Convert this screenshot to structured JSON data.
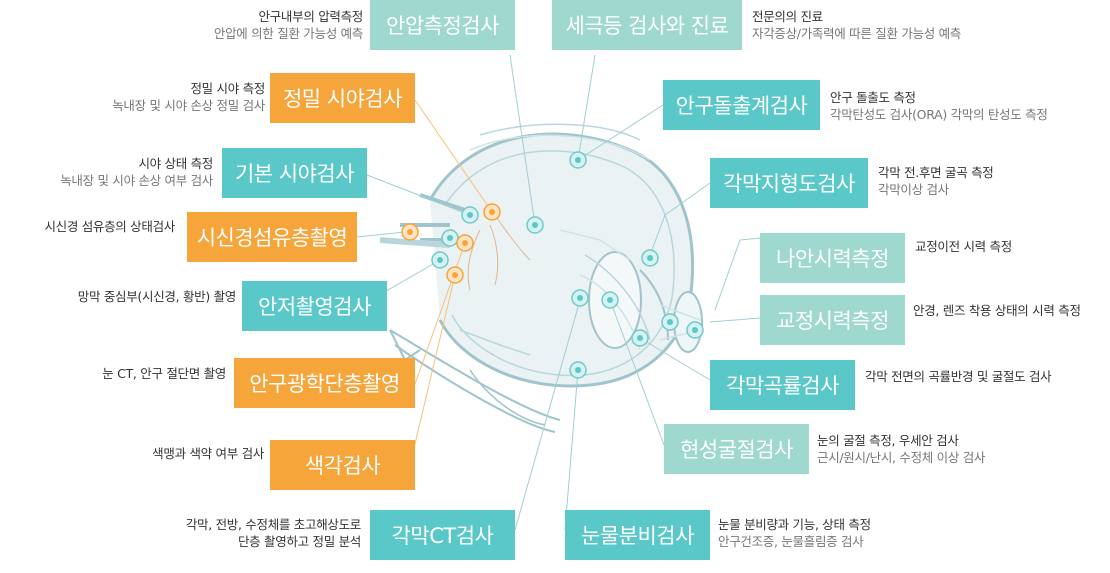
{
  "colors": {
    "orange": "#f6a53a",
    "teal": "#5ac8c8",
    "pale_teal": "#9ed8cf",
    "line": "#9fcfd4",
    "eye_fill": "#eaf2f4"
  },
  "tests": {
    "iop": {
      "label": "안압측정검사",
      "desc1": "안구내부의 압력측정",
      "desc2": "안압에 의한 질환 가능성 예측"
    },
    "slitlamp": {
      "label": "세극등 검사와 진료",
      "desc1": "전문의의 진료",
      "desc2": "자각증상/가족력에 따른 질환 가능성 예측"
    },
    "precise_vf": {
      "label": "정밀 시야검사",
      "desc1": "정밀 시야 측정",
      "desc2": "녹내장 및 시야 손상 정밀 검사"
    },
    "exophthalmometry": {
      "label": "안구돌출계검사",
      "desc1": "안구 돌출도 측정",
      "desc2": "각막탄성도 검사(ORA) 각막의 탄성도 측정"
    },
    "basic_vf": {
      "label": "기본 시야검사",
      "desc1": "시야 상태 측정",
      "desc2": "녹내장 및 시야 손상 여부 검사"
    },
    "topography": {
      "label": "각막지형도검사",
      "desc1": "각막 전.후면 굴곡 측정",
      "desc2": "각막이상 검사"
    },
    "rnfl": {
      "label": "시신경섬유층촬영",
      "desc1": "시신경 섬유층의 상태검사"
    },
    "naked_va": {
      "label": "나안시력측정",
      "desc1": "교정이전 시력 측정"
    },
    "fundus": {
      "label": "안저촬영검사",
      "desc1": "망막 중심부(시신경, 황반) 촬영"
    },
    "corrected_va": {
      "label": "교정시력측정",
      "desc1": "안경, 렌즈 착용 상태의 시력 측정"
    },
    "oct": {
      "label": "안구광학단층촬영",
      "desc1": "눈 CT, 안구 절단면 촬영"
    },
    "keratometry": {
      "label": "각막곡률검사",
      "desc1": "각막 전면의 곡률반경 및 굴절도 검사"
    },
    "refraction": {
      "label": "현성굴절검사",
      "desc1": "눈의 굴절 측정, 우세안 검사",
      "desc2": "근시/원시/난시, 수정체 이상 검사"
    },
    "color": {
      "label": "색각검사",
      "desc1": "색맹과 색약 여부 검사"
    },
    "cornea_ct": {
      "label": "각막CT검사",
      "desc1": "각막, 전방, 수정체를 초고해상도로",
      "desc2": "단층 촬영하고 정밀 분석"
    },
    "tear": {
      "label": "눈물분비검사",
      "desc1": "눈물 분비량과 기능, 상태 측정",
      "desc2": "안구건조증, 눈물흘림증 검사"
    }
  }
}
